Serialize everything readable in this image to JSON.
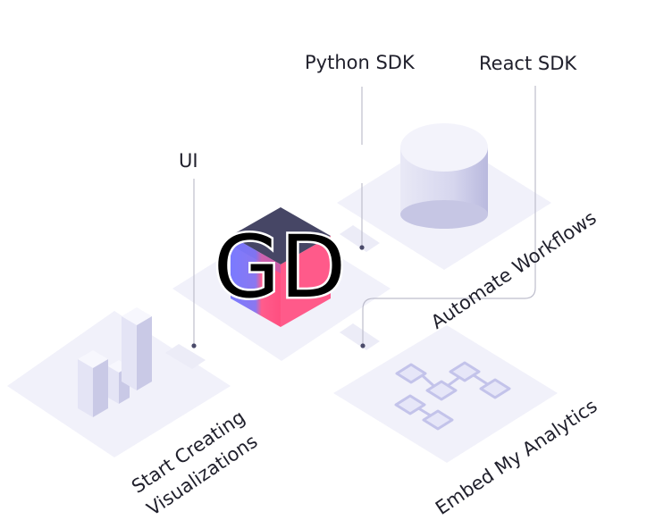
{
  "logo_text": "GD",
  "labels": {
    "python_sdk": "Python SDK",
    "react_sdk": "React SDK",
    "ui": "UI",
    "automate_workflows": "Automate Workflows",
    "start_creating_line1": "Start Creating",
    "start_creating_line2": "Visualizations",
    "embed_analytics": "Embed My Analytics"
  },
  "colors": {
    "platform": "#f1f1fa",
    "platform_edge": "#e6e6f4",
    "cube_top": "#464665",
    "cube_left": "#7c7cff",
    "cube_right": "#ff5a8a",
    "connector": "#c9c9d8",
    "dot": "#4a4a6a",
    "node": "#cfcff2"
  }
}
